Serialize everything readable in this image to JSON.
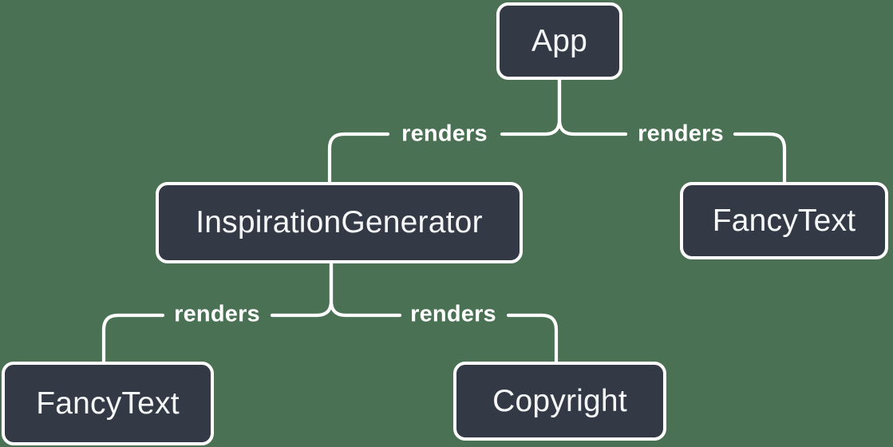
{
  "theme": {
    "background": "#4a7153",
    "node_fill": "#333a46",
    "node_border": "#ffffff",
    "node_text": "#f6f7f9",
    "line_color": "#ffffff",
    "label_color": "#ffffff"
  },
  "diagram": {
    "nodes": [
      {
        "id": "app",
        "label": "App"
      },
      {
        "id": "inspiration-generator",
        "label": "InspirationGenerator"
      },
      {
        "id": "fancy-text-top",
        "label": "FancyText"
      },
      {
        "id": "fancy-text-bottom",
        "label": "FancyText"
      },
      {
        "id": "copyright",
        "label": "Copyright"
      }
    ],
    "edges": [
      {
        "from": "App",
        "to": "InspirationGenerator",
        "label": "renders"
      },
      {
        "from": "App",
        "to": "FancyText",
        "label": "renders"
      },
      {
        "from": "InspirationGenerator",
        "to": "FancyText",
        "label": "renders"
      },
      {
        "from": "InspirationGenerator",
        "to": "Copyright",
        "label": "renders"
      }
    ]
  }
}
